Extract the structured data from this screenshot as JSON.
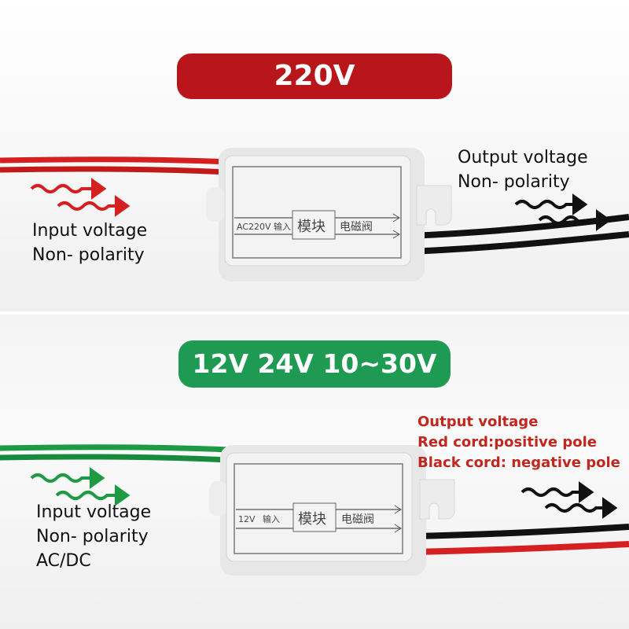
{
  "top": {
    "banner": "220V",
    "input_label": [
      "Input voltage",
      "Non- polarity"
    ],
    "output_label": [
      "Output voltage",
      "Non- polarity"
    ],
    "module": {
      "left": "AC220V",
      "mid": "输入",
      "center": "模块",
      "right": "电磁阀"
    },
    "colors": {
      "banner": "#b9161b",
      "input_wire": "#d42020",
      "output_wire": "#111111",
      "arrow_in": "#d42020",
      "arrow_out": "#111111"
    }
  },
  "bottom": {
    "banner": "12V 24V 10~30V",
    "input_label": [
      "Input voltage",
      "Non- polarity",
      "AC/DC"
    ],
    "output_label": [
      "Output voltage",
      "Red cord:positive pole",
      "Black cord: negative pole"
    ],
    "module": {
      "left": "12V",
      "mid": "输入",
      "center": "模块",
      "right": "电磁阀"
    },
    "colors": {
      "banner": "#1f9a52",
      "input_wire": "#1e9a45",
      "output_wire_1": "#111111",
      "output_wire_2": "#d42020",
      "arrow_in": "#1e9a45",
      "arrow_out": "#111111",
      "output_text": "#c0281f"
    }
  }
}
